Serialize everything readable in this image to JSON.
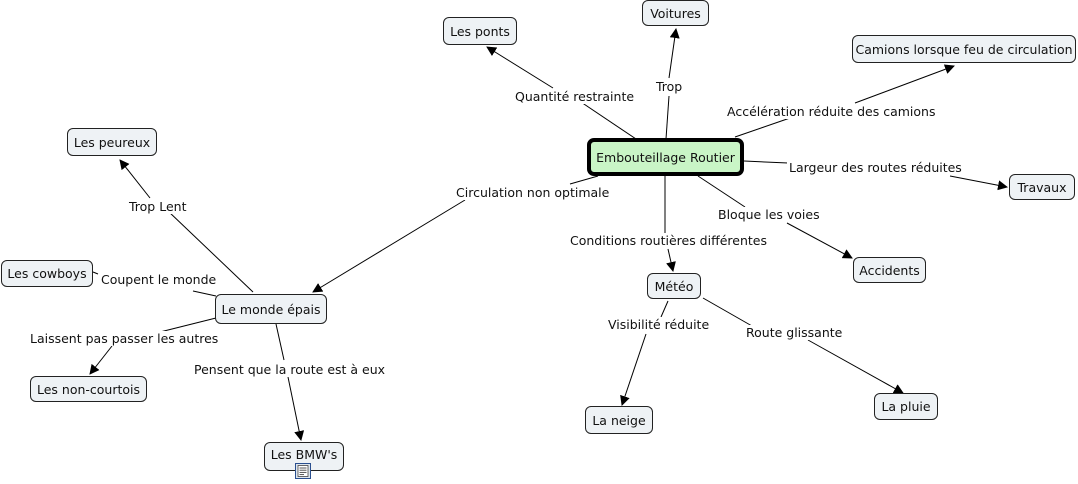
{
  "nodes": {
    "root": "Embouteillage Routier",
    "ponts": "Les ponts",
    "voitures": "Voitures",
    "camions": "Camions lorsque feu de circulation",
    "travaux": "Travaux",
    "accidents": "Accidents",
    "meteo": "Météo",
    "neige": "La neige",
    "pluie": "La pluie",
    "monde": "Le monde épais",
    "peureux": "Les peureux",
    "cowboys": "Les cowboys",
    "noncourtois": "Les non-courtois",
    "bmw": "Les BMW's"
  },
  "links": {
    "quantite": "Quantité restrainte",
    "trop": "Trop",
    "acceleration": "Accélération réduite des camions",
    "largeur": "Largeur des routes réduites",
    "bloque": "Bloque les voies",
    "conditions": "Conditions routières différentes",
    "visibilite": "Visibilité réduite",
    "glissante": "Route glissante",
    "circulation": "Circulation non optimale",
    "troplent": "Trop Lent",
    "coupent": "Coupent le monde",
    "laissent": "Laissent pas passer les autres",
    "pensent": "Pensent que la route est à eux"
  },
  "icons": {
    "bmw_resource": "document-icon"
  },
  "colors": {
    "root_fill": "#c9f5c6",
    "node_fill": "#eef2f5",
    "line": "#000000"
  }
}
